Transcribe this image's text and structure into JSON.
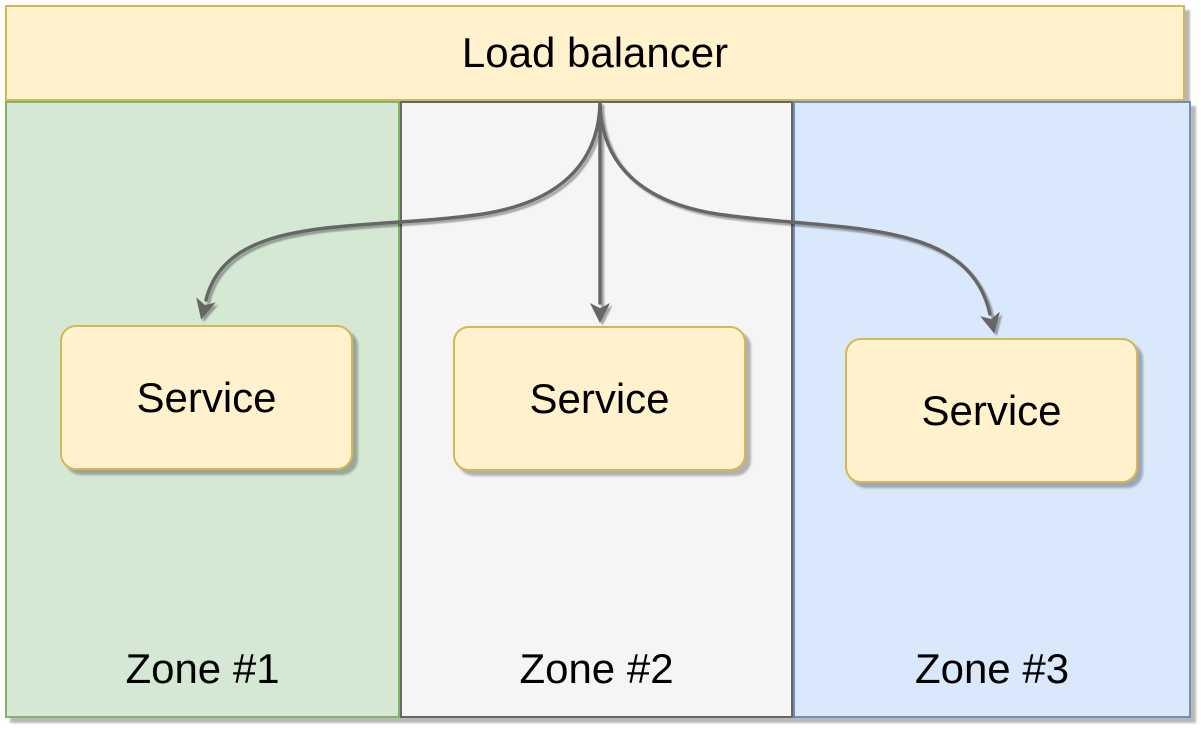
{
  "diagram": {
    "type": "architecture-diagram",
    "load_balancer": {
      "label": "Load balancer"
    },
    "zones": [
      {
        "label": "Zone #1",
        "fill": "#D5E8D4",
        "border": "#82B366",
        "service": {
          "label": "Service"
        }
      },
      {
        "label": "Zone #2",
        "fill": "#F5F5F5",
        "border": "#666666",
        "service": {
          "label": "Service"
        }
      },
      {
        "label": "Zone #3",
        "fill": "#DAE8FC",
        "border": "#6C8EBF",
        "service": {
          "label": "Service"
        }
      }
    ],
    "arrows": [
      {
        "from": "Load balancer",
        "to": "Service in Zone #1"
      },
      {
        "from": "Load balancer",
        "to": "Service in Zone #2"
      },
      {
        "from": "Load balancer",
        "to": "Service in Zone #3"
      }
    ],
    "colors": {
      "node_fill": "#FFF2CC",
      "node_border": "#D6B656",
      "arrow": "#666666",
      "text": "#000000",
      "background": "#FFFFFF"
    }
  }
}
